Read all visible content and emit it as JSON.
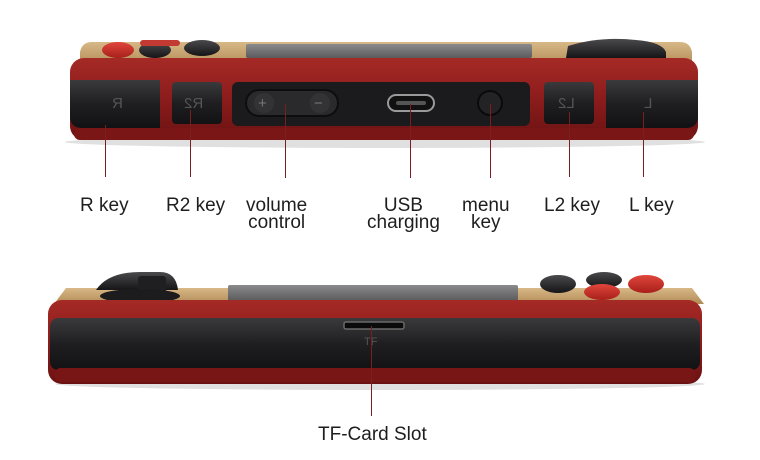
{
  "labels": {
    "r_key": "R key",
    "r2_key": "R2 key",
    "volume_control": [
      "volume",
      "control"
    ],
    "usb_charging": [
      "USB",
      "charging"
    ],
    "menu_key": [
      "menu",
      "key"
    ],
    "l2_key": "L2 key",
    "l_key": "L key",
    "tf_card_slot": "TF-Card Slot"
  },
  "button_glyphs": {
    "r": "R",
    "r2": "R2",
    "l2": "L2",
    "l": "L",
    "vol_plus": "+",
    "vol_minus": "−",
    "tf": "TF"
  },
  "colors": {
    "body_red": "#8c1c1c",
    "trim_gold": "#c9a46a",
    "bumper_black": "#1d1d1f",
    "screen_gray": "#6e6e70",
    "leader_line": "#7a1f1f"
  },
  "icons": {
    "usb_port": "usb-c-port-icon",
    "menu_button": "power-circle-icon"
  }
}
